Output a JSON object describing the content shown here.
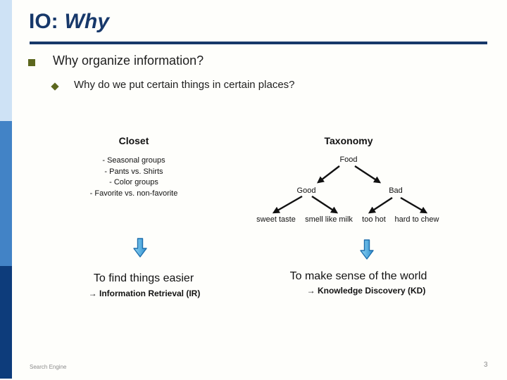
{
  "colors": {
    "title_navy": "#17386A",
    "bar_light_blue": "#CEE2F5",
    "bar_mid_blue": "#4283C6",
    "bar_dark_navy": "#0D3C7B",
    "bullet_olive": "#5C671E",
    "block_arrow_blue_fill": "#45A7DE",
    "block_arrow_blue_border": "#1E6FAD",
    "body_text": "#131313",
    "footer_gray": "#8C8C8C"
  },
  "slide": {
    "title": {
      "prefix": "IO:",
      "emphasis": "Why"
    },
    "bullets": {
      "main": "Why organize information?",
      "sub": "Why do we put certain things in certain places?"
    },
    "closet": {
      "heading": "Closet",
      "items": [
        "- Seasonal groups",
        "- Pants vs. Shirts",
        "- Color groups",
        "- Favorite vs. non-favorite"
      ],
      "conclusion": "To find things easier",
      "conclusion_note": "→ Information Retrieval (IR)"
    },
    "taxonomy": {
      "heading": "Taxonomy",
      "root": "Food",
      "branches": [
        "Good",
        "Bad"
      ],
      "leaves": [
        "sweet taste",
        "smell like milk",
        "too hot",
        "hard to chew"
      ],
      "conclusion": "To make sense of the world",
      "conclusion_note": "→ Knowledge Discovery (KD)"
    },
    "footer": {
      "label": "Search Engine",
      "page_number": "3"
    }
  }
}
